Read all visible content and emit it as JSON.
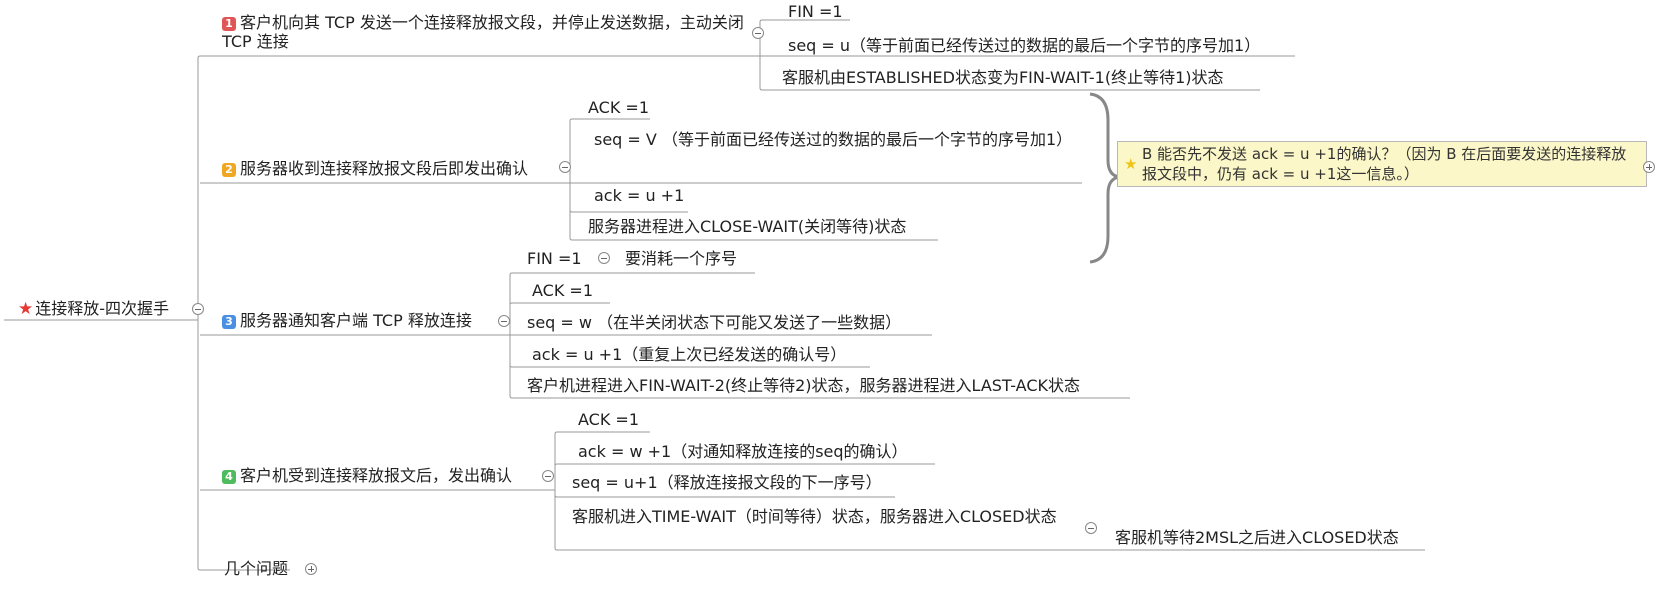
{
  "root": {
    "label": "连接释放-四次握手"
  },
  "colors": {
    "b1": "#e05656",
    "b2": "#f0a824",
    "b3": "#4a90e2",
    "b4": "#4fbb5f"
  },
  "branches": [
    {
      "badge": "1",
      "label": "客户机向其 TCP 发送一个连接释放报文段，并停止发送数据，主动关闭 TCP 连接",
      "children": [
        "FIN =1",
        "seq = u（等于前面已经传送过的数据的最后一个字节的序号加1）",
        "客服机由ESTABLISHED状态变为FIN-WAIT-1(终止等待1)状态"
      ]
    },
    {
      "badge": "2",
      "label": "服务器收到连接释放报文段后即发出确认",
      "children": [
        "ACK =1",
        "seq = V （等于前面已经传送过的数据的最后一个字节的序号加1）",
        "ack = u +1",
        "服务器进程进入CLOSE-WAIT(关闭等待)状态"
      ],
      "note": "B 能否先不发送 ack = u +1的确认？（因为 B 在后面要发送的连接释放报文段中，仍有 ack = u +1这一信息。）"
    },
    {
      "badge": "3",
      "label": "服务器通知客户端 TCP 释放连接",
      "children": [
        "FIN =1",
        "ACK =1",
        "seq = w （在半关闭状态下可能又发送了一些数据）",
        "ack = u +1（重复上次已经发送的确认号）",
        "客户机进程进入FIN-WAIT-2(终止等待2)状态，服务器进程进入LAST-ACK状态"
      ],
      "sub": "要消耗一个序号"
    },
    {
      "badge": "4",
      "label": "客户机受到连接释放报文后，发出确认",
      "children": [
        "ACK =1",
        "ack = w +1（对通知释放连接的seq的确认）",
        "seq = u+1（释放连接报文段的下一序号）",
        "客服机进入TIME-WAIT（时间等待）状态，服务器进入CLOSED状态"
      ],
      "sub": "客服机等待2MSL之后进入CLOSED状态"
    },
    {
      "label": "几个问题"
    }
  ]
}
